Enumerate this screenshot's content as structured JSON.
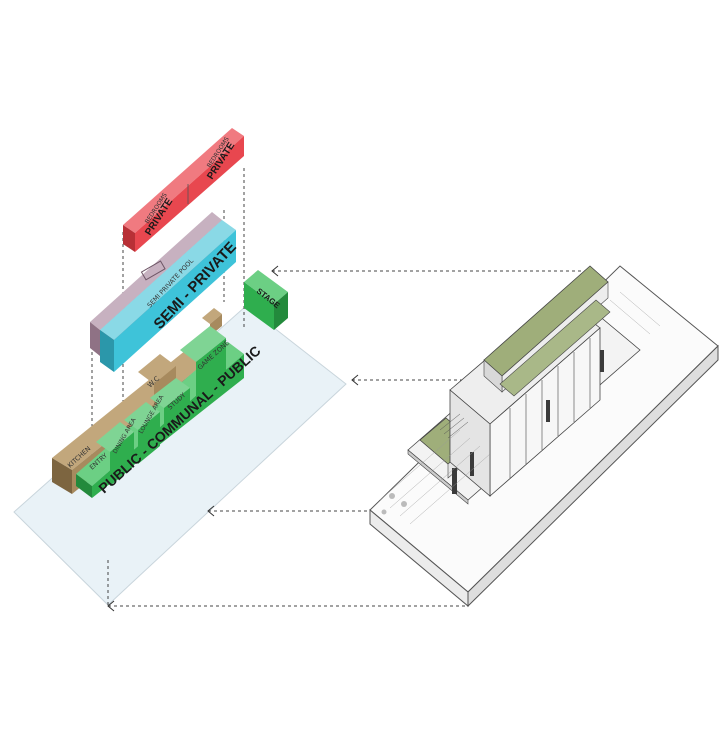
{
  "colors": {
    "private": "#e8474f",
    "private_dark": "#b83036",
    "semi_private": "#3ec3d9",
    "semi_private_dark": "#2b97aa",
    "pool": "#a58a9c",
    "public": "#2fae4e",
    "public_dark": "#238a3c",
    "communal": "#a78a5e",
    "communal_dark": "#7d6540",
    "site": "#e9f2f7",
    "roof_green": "#9fae7a"
  },
  "labels": {
    "private_1": "PRIVATE",
    "bedrooms_1": "BEDROOMS",
    "private_2": "PRIVATE",
    "bedrooms_2": "BEDROOMS",
    "semi_private": "SEMI - PRIVATE",
    "semi_private_pool": "SEMI PRIVATE POOL",
    "stage": "STAGE",
    "public": "PUBLIC - COMMUNAL - PUBLIC",
    "kitchen": "KITCHEN",
    "entry": "ENTRY",
    "dining_area": "DINING AREA",
    "lounge_area": "LOUNGE AREA",
    "wc": "W.C",
    "study": "STUDY",
    "game_zone": "GAME ZONE"
  }
}
